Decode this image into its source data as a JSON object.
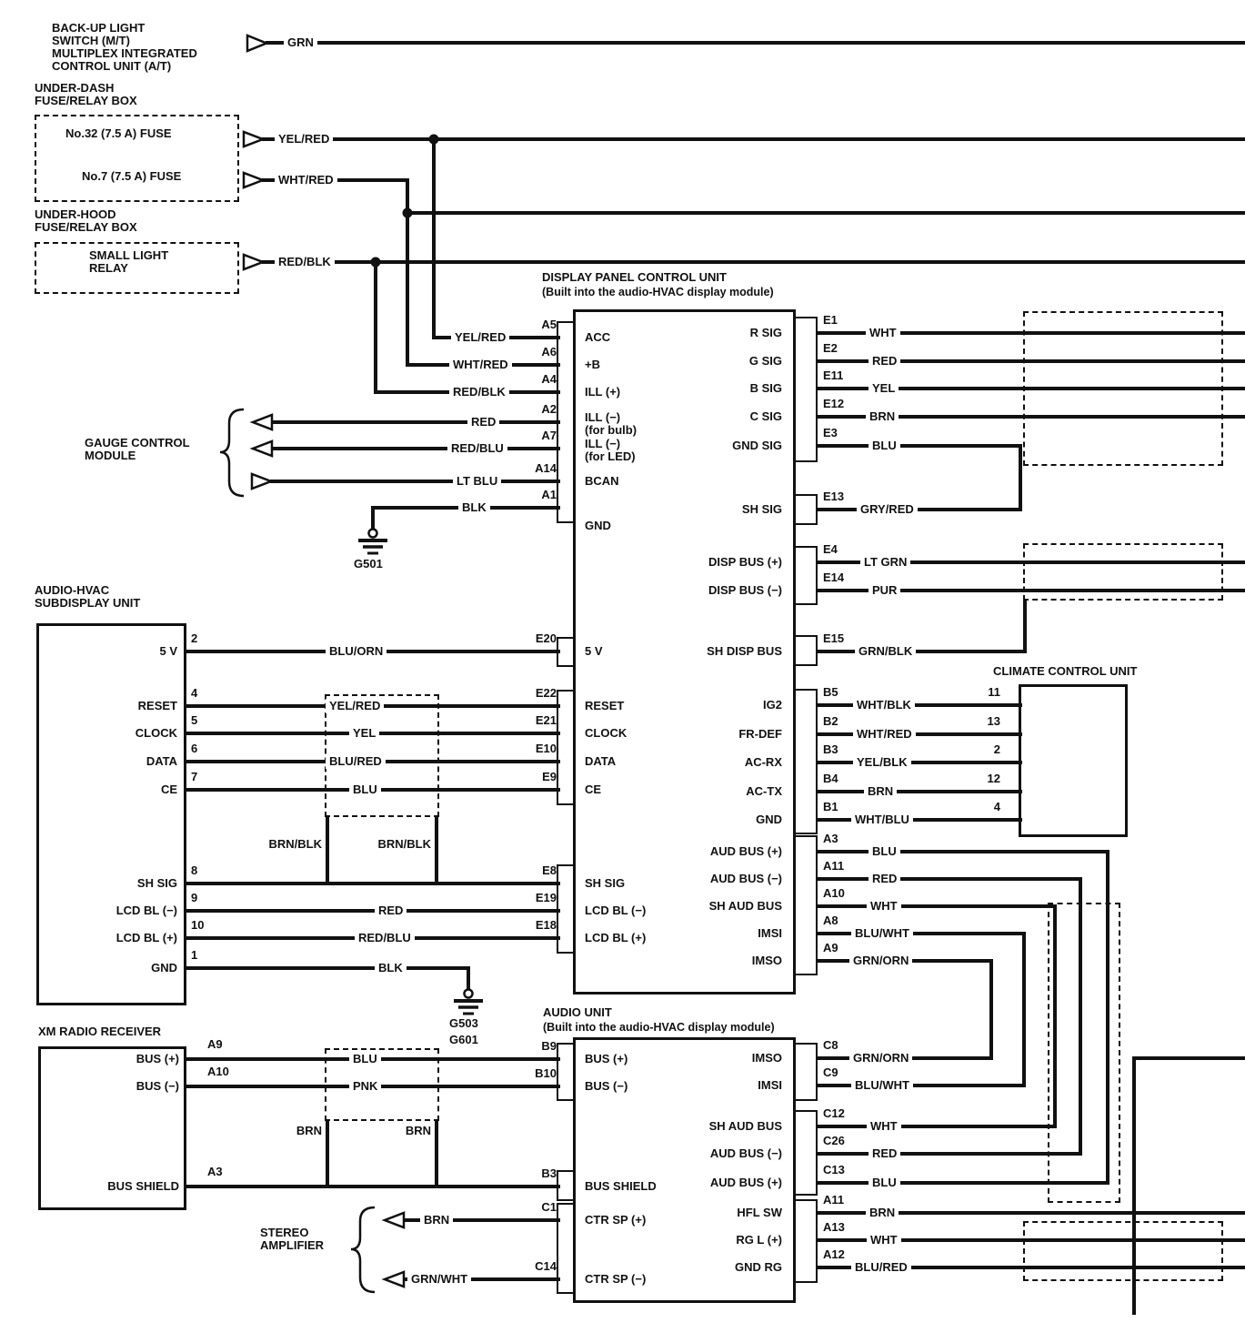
{
  "palette": {
    "ink": "#111111",
    "paper": "#ffffff"
  },
  "external": {
    "backup_switch": {
      "label": "BACK-UP LIGHT\nSWITCH (M/T)\nMULTIPLEX INTEGRATED\nCONTROL UNIT (A/T)",
      "wire": "GRN"
    },
    "under_dash": {
      "label": "UNDER-DASH\nFUSE/RELAY BOX",
      "fuses": [
        {
          "name": "No.32 (7.5 A) FUSE",
          "wire": "YEL/RED"
        },
        {
          "name": "No.7 (7.5 A) FUSE",
          "wire": "WHT/RED"
        }
      ]
    },
    "under_hood": {
      "label": "UNDER-HOOD\nFUSE/RELAY BOX",
      "relay": "SMALL LIGHT\nRELAY",
      "wire": "RED/BLK"
    },
    "gauge_module": {
      "label": "GAUGE CONTROL\nMODULE"
    },
    "stereo_amp": {
      "label": "STEREO\nAMPLIFIER"
    }
  },
  "grounds": {
    "g501": "G501",
    "g503": "G503",
    "g601": "G601"
  },
  "display_panel": {
    "title": "DISPLAY PANEL CONTROL UNIT",
    "subtitle": "(Built into the audio-HVAC display module)",
    "left_upper": [
      {
        "pin": "A5",
        "name": "ACC",
        "wire": "YEL/RED"
      },
      {
        "pin": "A6",
        "name": "+B",
        "wire": "WHT/RED"
      },
      {
        "pin": "A4",
        "name": "ILL (+)",
        "wire": "RED/BLK"
      },
      {
        "pin": "A2",
        "name": "ILL (−)\n(for bulb)",
        "wire": "RED"
      },
      {
        "pin": "A7",
        "name": "ILL (−)\n(for LED)",
        "wire": "RED/BLU"
      },
      {
        "pin": "A14",
        "name": "BCAN",
        "wire": "LT BLU"
      },
      {
        "pin": "A1",
        "name": "GND",
        "wire": "BLK"
      }
    ],
    "right_upper": [
      {
        "pin": "E1",
        "name": "R SIG",
        "wire": "WHT"
      },
      {
        "pin": "E2",
        "name": "G SIG",
        "wire": "RED"
      },
      {
        "pin": "E11",
        "name": "B SIG",
        "wire": "YEL"
      },
      {
        "pin": "E12",
        "name": "C SIG",
        "wire": "BRN"
      },
      {
        "pin": "E3",
        "name": "GND SIG",
        "wire": "BLU"
      },
      {
        "pin": "E13",
        "name": "SH SIG",
        "wire": "GRY/RED"
      },
      {
        "pin": "E4",
        "name": "DISP BUS (+)",
        "wire": "LT GRN"
      },
      {
        "pin": "E14",
        "name": "DISP BUS (−)",
        "wire": "PUR"
      },
      {
        "pin": "E15",
        "name": "SH DISP BUS",
        "wire": "GRN/BLK"
      }
    ],
    "left_lower": [
      {
        "pin": "E20",
        "name": "5 V"
      },
      {
        "pin": "E22",
        "name": "RESET"
      },
      {
        "pin": "E21",
        "name": "CLOCK"
      },
      {
        "pin": "E10",
        "name": "DATA"
      },
      {
        "pin": "E9",
        "name": "CE"
      },
      {
        "pin": "E8",
        "name": "SH SIG"
      },
      {
        "pin": "E19",
        "name": "LCD BL (−)"
      },
      {
        "pin": "E18",
        "name": "LCD BL (+)"
      }
    ],
    "right_lower": [
      {
        "pin": "B5",
        "name": "IG2",
        "wire": "WHT/BLK",
        "dest": "11"
      },
      {
        "pin": "B2",
        "name": "FR-DEF",
        "wire": "WHT/RED",
        "dest": "13"
      },
      {
        "pin": "B3",
        "name": "AC-RX",
        "wire": "YEL/BLK",
        "dest": "2"
      },
      {
        "pin": "B4",
        "name": "AC-TX",
        "wire": "BRN",
        "dest": "12"
      },
      {
        "pin": "B1",
        "name": "GND",
        "wire": "WHT/BLU",
        "dest": "4"
      },
      {
        "pin": "A3",
        "name": "AUD BUS (+)",
        "wire": "BLU"
      },
      {
        "pin": "A11",
        "name": "AUD BUS (−)",
        "wire": "RED"
      },
      {
        "pin": "A10",
        "name": "SH AUD BUS",
        "wire": "WHT"
      },
      {
        "pin": "A8",
        "name": "IMSI",
        "wire": "BLU/WHT"
      },
      {
        "pin": "A9",
        "name": "IMSO",
        "wire": "GRN/ORN"
      }
    ]
  },
  "climate": {
    "title": "CLIMATE CONTROL UNIT"
  },
  "subdisplay": {
    "title": "AUDIO-HVAC\nSUBDISPLAY UNIT",
    "shield_wire": "BRN/BLK",
    "pins": [
      {
        "pin": "2",
        "name": "5 V",
        "wire": "BLU/ORN"
      },
      {
        "pin": "4",
        "name": "RESET",
        "wire": "YEL/RED"
      },
      {
        "pin": "5",
        "name": "CLOCK",
        "wire": "YEL"
      },
      {
        "pin": "6",
        "name": "DATA",
        "wire": "BLU/RED"
      },
      {
        "pin": "7",
        "name": "CE",
        "wire": "BLU"
      },
      {
        "pin": "8",
        "name": "SH SIG"
      },
      {
        "pin": "9",
        "name": "LCD BL (−)",
        "wire": "RED"
      },
      {
        "pin": "10",
        "name": "LCD BL (+)",
        "wire": "RED/BLU"
      },
      {
        "pin": "1",
        "name": "GND",
        "wire": "BLK"
      }
    ]
  },
  "xm": {
    "title": "XM RADIO RECEIVER",
    "shield_wire": "BRN",
    "pins": [
      {
        "pin": "A9",
        "name": "BUS (+)",
        "wire": "BLU"
      },
      {
        "pin": "A10",
        "name": "BUS (−)",
        "wire": "PNK"
      },
      {
        "pin": "A3",
        "name": "BUS SHIELD"
      }
    ]
  },
  "audio_unit": {
    "title": "AUDIO UNIT",
    "subtitle": "(Built into the audio-HVAC display module)",
    "left": [
      {
        "pin": "B9",
        "name": "BUS (+)"
      },
      {
        "pin": "B10",
        "name": "BUS (−)"
      },
      {
        "pin": "B3",
        "name": "BUS SHIELD"
      },
      {
        "pin": "C1",
        "name": "CTR SP (+)",
        "wire": "BRN"
      },
      {
        "pin": "C14",
        "name": "CTR SP (−)",
        "wire": "GRN/WHT"
      }
    ],
    "right": [
      {
        "pin": "C8",
        "name": "IMSO",
        "wire": "GRN/ORN"
      },
      {
        "pin": "C9",
        "name": "IMSI",
        "wire": "BLU/WHT"
      },
      {
        "pin": "C12",
        "name": "SH AUD BUS",
        "wire": "WHT"
      },
      {
        "pin": "C26",
        "name": "AUD BUS (−)",
        "wire": "RED"
      },
      {
        "pin": "C13",
        "name": "AUD BUS (+)",
        "wire": "BLU"
      },
      {
        "pin": "A11",
        "name": "HFL SW",
        "wire": "BRN"
      },
      {
        "pin": "A13",
        "name": "RG L (+)",
        "wire": "WHT"
      },
      {
        "pin": "A12",
        "name": "GND RG",
        "wire": "BLU/RED"
      }
    ]
  }
}
